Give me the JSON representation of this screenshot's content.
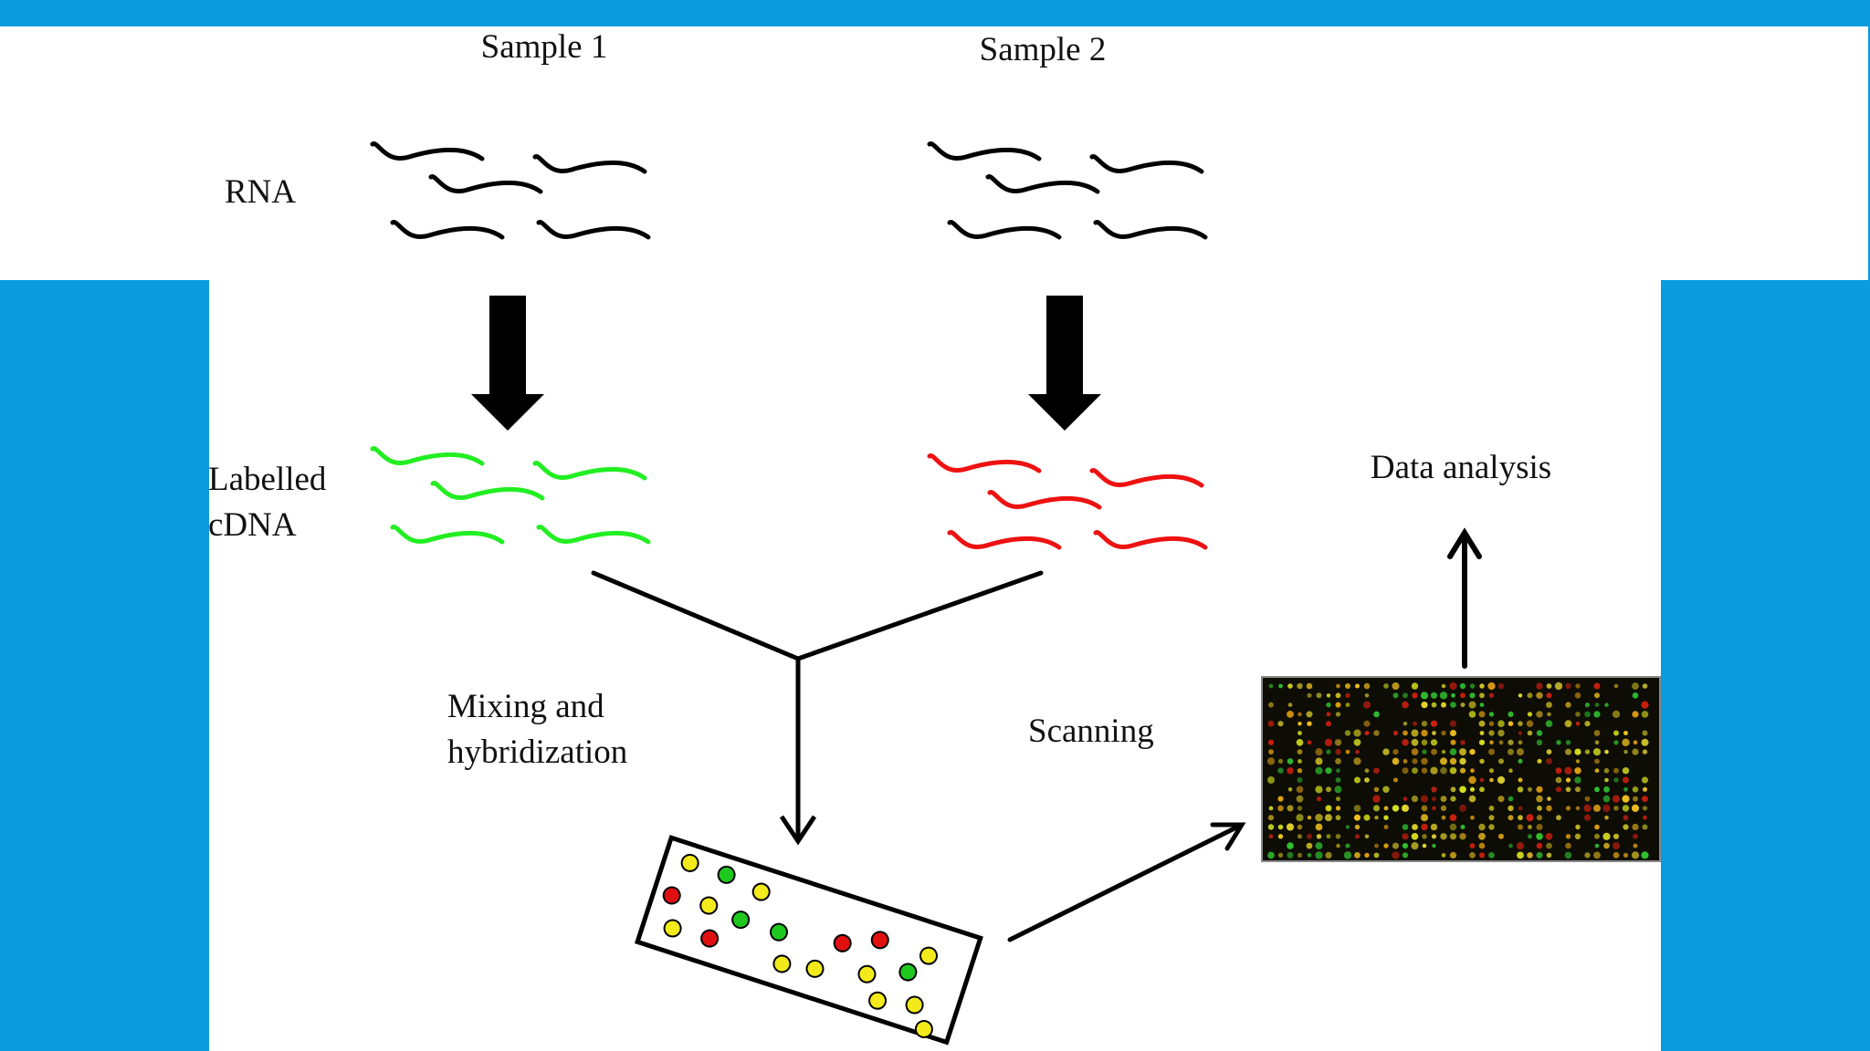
{
  "labels": {
    "sample1": "Sample 1",
    "sample2": "Sample 2",
    "rna": "RNA",
    "labelled_line1": "Labelled",
    "labelled_line2": "cDNA",
    "mixing_line1": "Mixing and",
    "mixing_line2": "hybridization",
    "scanning": "Scanning",
    "data_analysis": "Data analysis"
  },
  "colors": {
    "frame": "#0a9ade",
    "rna": "#000000",
    "sample1_cdna": "#22ee22",
    "sample2_cdna": "#ee1111",
    "spot_yellow": "#f2ea1a",
    "spot_green": "#1ec81e",
    "spot_red": "#e01010",
    "scan_background": "#0d0d05"
  },
  "microarray_slide": {
    "spots": [
      "yellow",
      "green",
      "yellow",
      "red",
      "yellow",
      "green",
      "yellow",
      "red",
      "green",
      "yellow",
      "yellow",
      "red",
      "yellow",
      "yellow",
      "green",
      "yellow",
      "yellow",
      "yellow",
      "red"
    ]
  }
}
